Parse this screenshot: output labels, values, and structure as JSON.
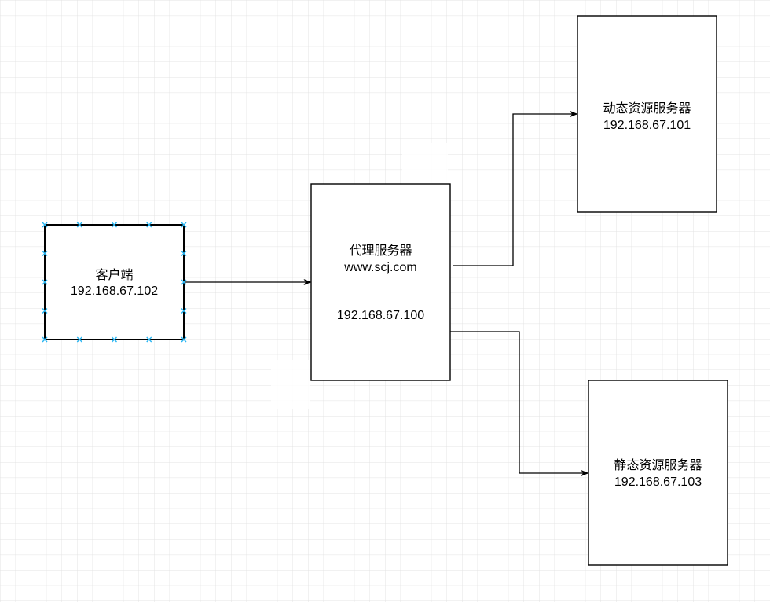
{
  "nodes": {
    "client": {
      "label": "客户端",
      "ip": "192.168.67.102"
    },
    "proxy": {
      "label": "代理服务器",
      "domain": "www.scj.com",
      "ip": "192.168.67.100"
    },
    "dynamic": {
      "label": "动态资源服务器",
      "ip": "192.168.67.101"
    },
    "static": {
      "label": "静态资源服务器",
      "ip": "192.168.67.103"
    }
  },
  "colors": {
    "background": "#ffffff",
    "grid": "#e3e3e3",
    "stroke": "#000000",
    "selection_handle": "#29b6f2"
  }
}
